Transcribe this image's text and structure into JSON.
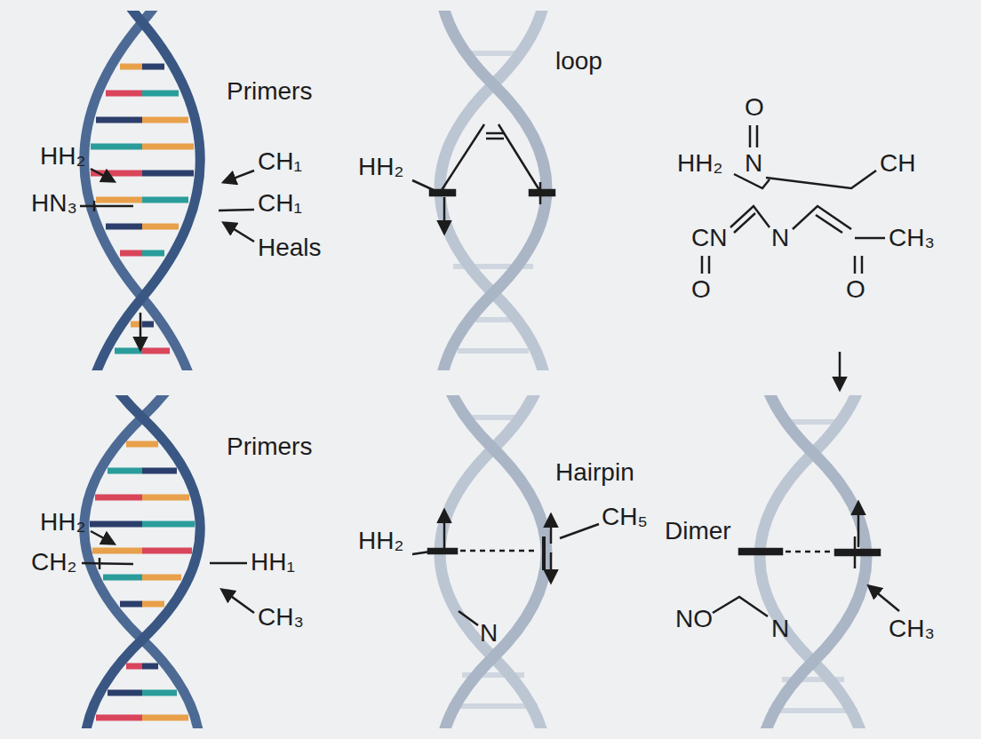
{
  "diagram": {
    "labels": [
      "Primers",
      "loop",
      "O",
      "HH₂",
      "HH₂",
      "N",
      "HH₂",
      "CH",
      "CH₁",
      "HN₃",
      "CH₁",
      "CN",
      "N",
      "CH₃",
      "Heals",
      "O",
      "O",
      "Primers",
      "Hairpin",
      "HH₂",
      "CH₅",
      "Dimer",
      "HH₂",
      "CH₂",
      "HH₁",
      "CH₃",
      "NO",
      "N",
      "N",
      "CH₃"
    ]
  }
}
